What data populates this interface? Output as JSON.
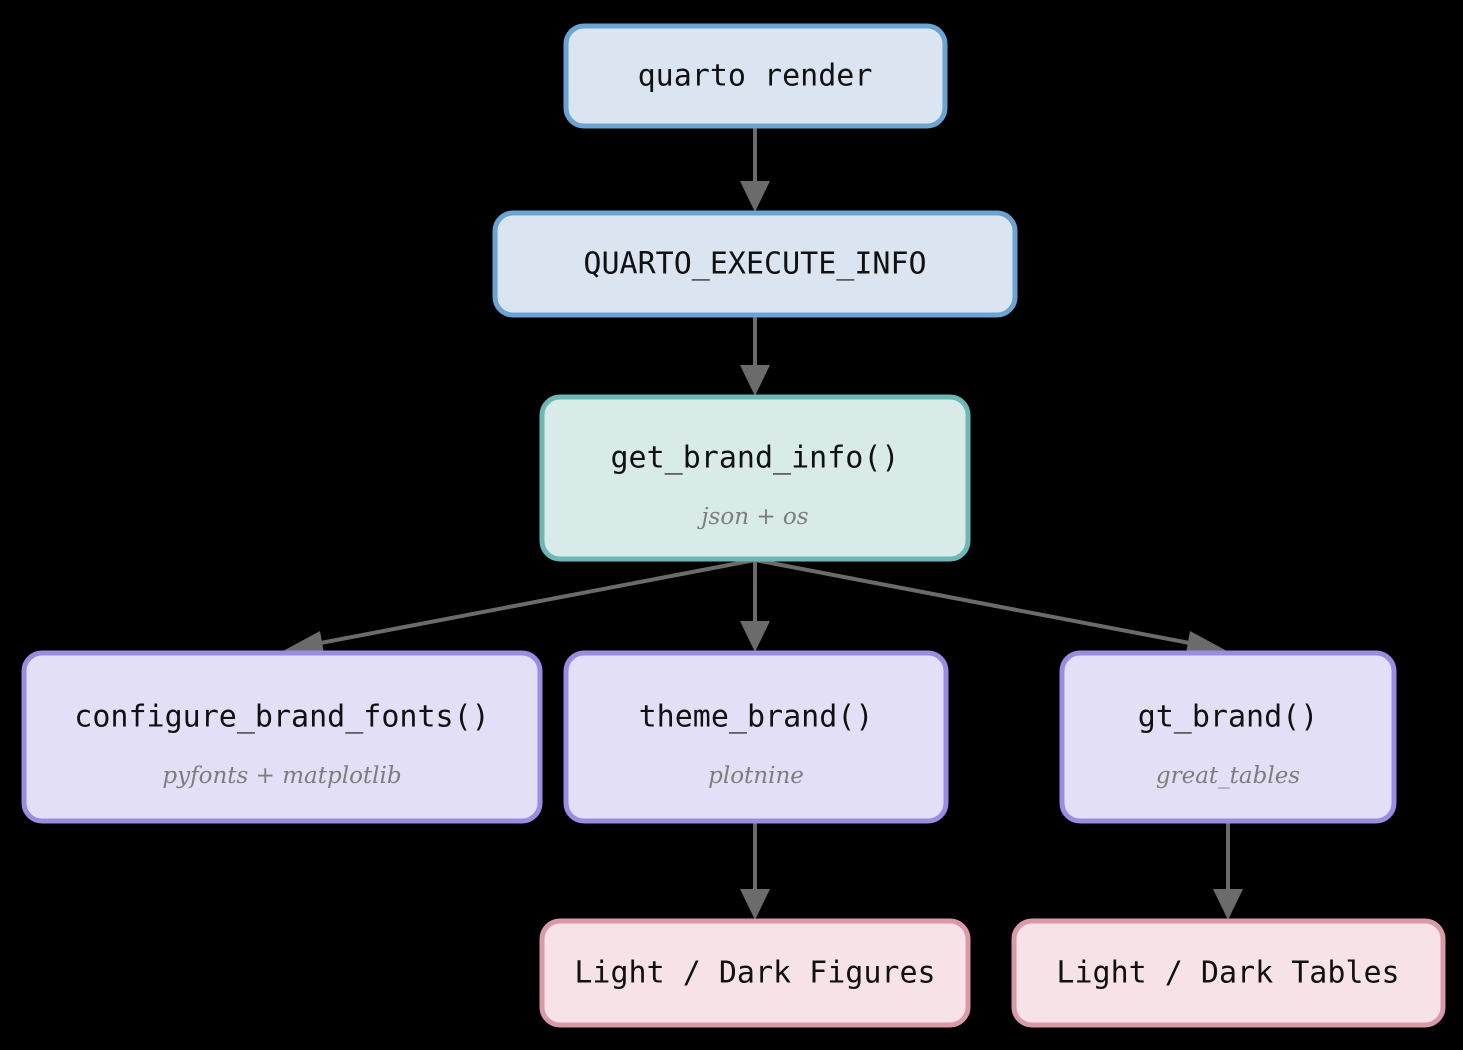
{
  "diagram": {
    "title": "quarto brand pipeline flowchart",
    "background_color": "#000000",
    "edge_color": "#6b6b6b",
    "palette": {
      "blue_fill": "#dbe5f1",
      "blue_stroke": "#6ba3d2",
      "teal_fill": "#d8ebe8",
      "teal_stroke": "#6cb8b7",
      "purple_fill": "#e3dff7",
      "purple_stroke": "#9b8ce2",
      "pink_fill": "#f7e3e7",
      "pink_stroke": "#d99aa8",
      "label_color": "#111111",
      "sublabel_color": "#7d7d7d"
    },
    "nodes": {
      "quarto_render": {
        "label": "quarto render",
        "sublabel": ""
      },
      "quarto_execute_info": {
        "label": "QUARTO_EXECUTE_INFO",
        "sublabel": ""
      },
      "get_brand_info": {
        "label": "get_brand_info()",
        "sublabel": "json + os"
      },
      "configure_brand_fonts": {
        "label": "configure_brand_fonts()",
        "sublabel": "pyfonts + matplotlib"
      },
      "theme_brand": {
        "label": "theme_brand()",
        "sublabel": "plotnine"
      },
      "gt_brand": {
        "label": "gt_brand()",
        "sublabel": "great_tables"
      },
      "light_dark_figures": {
        "label": "Light / Dark Figures",
        "sublabel": ""
      },
      "light_dark_tables": {
        "label": "Light / Dark Tables",
        "sublabel": ""
      }
    },
    "edges": [
      {
        "from": "quarto_render",
        "to": "quarto_execute_info",
        "label": ""
      },
      {
        "from": "quarto_execute_info",
        "to": "get_brand_info",
        "label": ""
      },
      {
        "from": "get_brand_info",
        "to": "configure_brand_fonts",
        "label": ""
      },
      {
        "from": "get_brand_info",
        "to": "theme_brand",
        "label": ""
      },
      {
        "from": "get_brand_info",
        "to": "gt_brand",
        "label": ""
      },
      {
        "from": "theme_brand",
        "to": "light_dark_figures",
        "label": ""
      },
      {
        "from": "gt_brand",
        "to": "light_dark_tables",
        "label": ""
      }
    ]
  }
}
